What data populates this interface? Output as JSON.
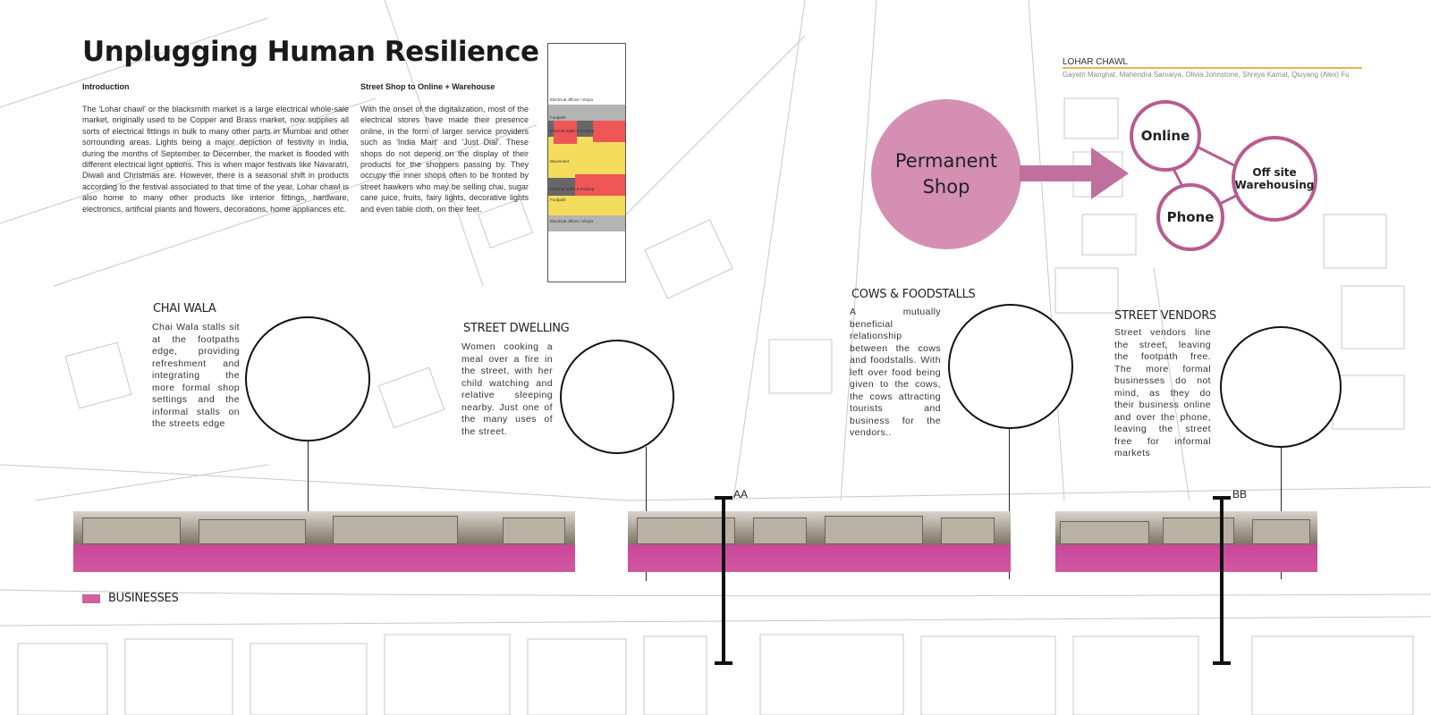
{
  "title": "Unplugging Human Resilience",
  "intro": {
    "heading": "Introduction",
    "body": "The 'Lohar chawl' or the blacksmith market is a large electrical whole-sale market, originally used  to be Copper and Brass market, now supplies all sorts of electrical fittings in bulk to many other parts in Mumbai and other sorrounding areas. Lights being a major depiction of festivity in India, during the months of September to December, the market is flooded with different electrical light options. This is when major festivals like Navaratri, Diwali and Christmas are. However, there is a seasonal shift in products according to the festival associated to that time of the year, Lohar chawl is also home to many other products like interior fittings, hardware, electronics, artificial plants and flowers, decorations, home appliances etc."
  },
  "street_shop": {
    "heading": "Street Shop to Online + Warehouse",
    "body": "With the onset of the digitalization, most of the electrical stores have made their presence online, in the form of larger service providers such as 'India Mart' and 'Just Dial'. These shops do not depend on the display of their products for the shoppers passing by. They occupy the inner shops often to be fronted by street hawkers who may be selling chai, sugar cane juice, fruits, fairy lights, decorative lights and even table cloth, on their feet."
  },
  "section_strip": {
    "top_shops": "Electrical offices / shops",
    "footpath_top": "Footpath",
    "stalls_top": "Informal Stalls & Parking",
    "movement": "Movement",
    "stalls_bottom": "Informal Stalls & Parking",
    "footpath_bottom": "Footpath",
    "bottom_shops": "Electrical offices / shops",
    "colors": {
      "footpath": "#b4b4b4",
      "stalls": "#666666",
      "red": "#ee5555",
      "movement": "#f4dc5c"
    }
  },
  "project": {
    "name": "LOHAR CHAWL",
    "authors": "Gayatri Manghat, Mahendra Sarvaiya, Olivia Johnstone, Shreya Kamat, Qiuyang (Alex) Fu",
    "accent": "#e2b84a"
  },
  "diagram": {
    "main": "Permanent Shop",
    "online": "Online",
    "phone": "Phone",
    "warehouse": "Off site Warehousing",
    "fill": "#d48fb3",
    "stroke": "#b85b8f"
  },
  "vignettes": [
    {
      "title": "CHAI WALA",
      "text": "Chai Wala stalls sit at the footpaths edge, providing refreshment and integrating the more formal shop settings and the informal stalls on the streets edge"
    },
    {
      "title": "STREET DWELLING",
      "text": "Women cooking a meal  over a fire in the street, with her child watching and relative sleeping nearby. Just one of the many uses of the street."
    },
    {
      "title": "COWS & FOODSTALLS",
      "text": "A mutually beneficial relationship between the cows and foodstalls. With left over food being given to the cows, the cows attracting tourists and business for the vendors.."
    },
    {
      "title": "STREET VENDORS",
      "text": "Street vendors line the street, leaving the footpath free. The more formal businesses do not mind, as they do their business online and over the phone, leaving the street free for informal markets"
    }
  ],
  "sections": {
    "aa": "AA",
    "bb": "BB"
  },
  "legend": {
    "label": "BUSINESSES",
    "color": "#d0609f"
  }
}
